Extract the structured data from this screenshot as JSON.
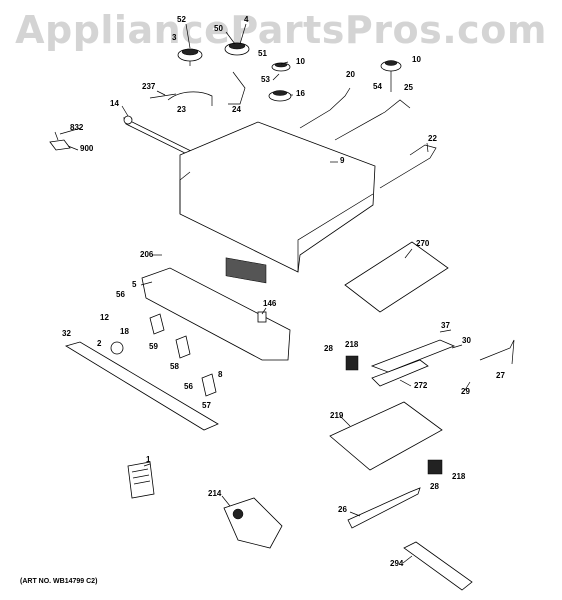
{
  "watermark": "AppliancePartsPros.com",
  "art_number": "(ART NO. WB14799 C2)",
  "callouts": [
    "52",
    "3",
    "50",
    "4",
    "51",
    "10",
    "53",
    "16",
    "237",
    "23",
    "24",
    "20",
    "10",
    "54",
    "25",
    "14",
    "832",
    "900",
    "9",
    "22",
    "206",
    "270",
    "5",
    "146",
    "56",
    "12",
    "18",
    "37",
    "2",
    "59",
    "30",
    "28",
    "218",
    "32",
    "58",
    "27",
    "8",
    "29",
    "56",
    "272",
    "57",
    "219",
    "1",
    "214",
    "28",
    "218",
    "26",
    "294"
  ]
}
